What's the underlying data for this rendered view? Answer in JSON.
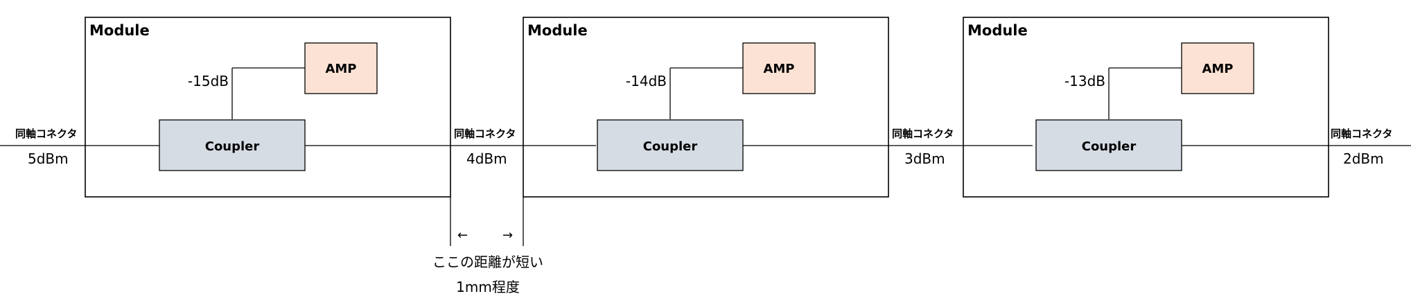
{
  "colors": {
    "line": "#000000",
    "module_border": "#000000",
    "amp_fill": "#fbe2d5",
    "coupler_fill": "#d6dce4",
    "box_border": "#000000"
  },
  "modules": [
    {
      "label": "Module",
      "amp_label": "AMP",
      "coupler_label": "Coupler",
      "coupling_db": "-15dB"
    },
    {
      "label": "Module",
      "amp_label": "AMP",
      "coupler_label": "Coupler",
      "coupling_db": "-14dB"
    },
    {
      "label": "Module",
      "amp_label": "AMP",
      "coupler_label": "Coupler",
      "coupling_db": "-13dB"
    }
  ],
  "connectors": [
    {
      "label": "同軸コネクタ",
      "power": "5dBm"
    },
    {
      "label": "同軸コネクタ",
      "power": "4dBm"
    },
    {
      "label": "同軸コネクタ",
      "power": "3dBm"
    },
    {
      "label": "同軸コネクタ",
      "power": "2dBm"
    }
  ],
  "gap_note": {
    "arrow_left": "←",
    "arrow_right": "→",
    "line1": "ここの距離が短い",
    "line2": "1mm程度"
  }
}
